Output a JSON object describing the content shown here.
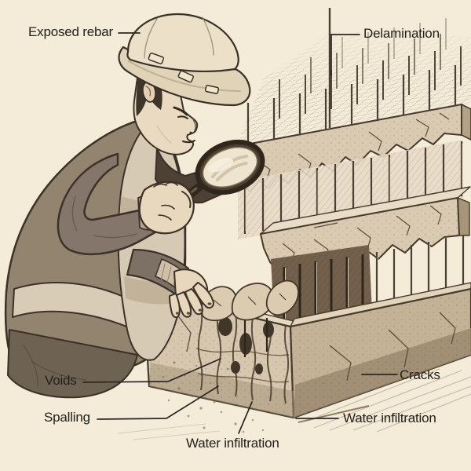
{
  "page": {
    "title": "Concrete defect inspection illustration",
    "type": "technical-illustration"
  },
  "labels": {
    "exposed_rebar": "Exposed rebar",
    "delamination": "Delamination",
    "voids": "Voids",
    "spalling": "Spalling",
    "water_infiltration_bottom": "Water infiltration",
    "water_infiltration_right": "Water infiltration",
    "cracks": "Cracks"
  },
  "icons": {
    "magnifying_glass": "magnifying-glass-icon",
    "hard_hat": "hard-hat-icon",
    "rebar": "rebar-rods",
    "wire_mesh": "wire-mesh-grid"
  },
  "colors": {
    "background": "#f4ebd9",
    "ink": "#3a3128",
    "label_text": "#23201b",
    "leader_line": "#2b2723",
    "concrete_light": "#d9cab1",
    "concrete_mid": "#c3b296",
    "concrete_dark": "#9b8a70",
    "cavity": "#72604c",
    "skin": "#e9dac1",
    "vest": "#d7cab4",
    "jacket": "#93846f"
  }
}
